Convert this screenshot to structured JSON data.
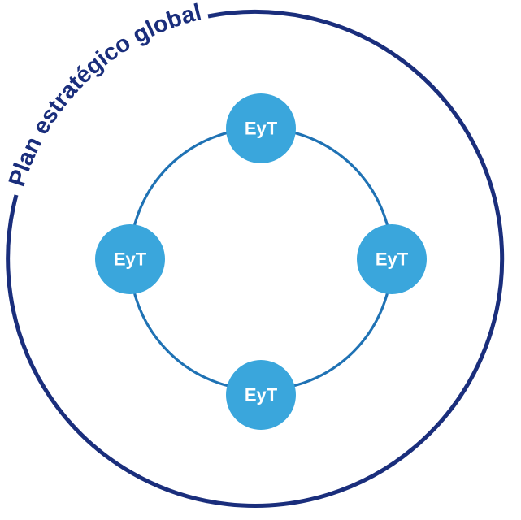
{
  "diagram": {
    "title": "Plan estratégico global",
    "colors": {
      "outer_ring": "#1a2e7c",
      "title": "#1a2e7c",
      "inner_ring": "#1f72b4",
      "node_fill": "#3aa6dc",
      "node_text": "#ffffff"
    },
    "nodes": [
      {
        "position": "top",
        "label": "EyT"
      },
      {
        "position": "right",
        "label": "EyT"
      },
      {
        "position": "bottom",
        "label": "EyT"
      },
      {
        "position": "left",
        "label": "EyT"
      }
    ]
  }
}
